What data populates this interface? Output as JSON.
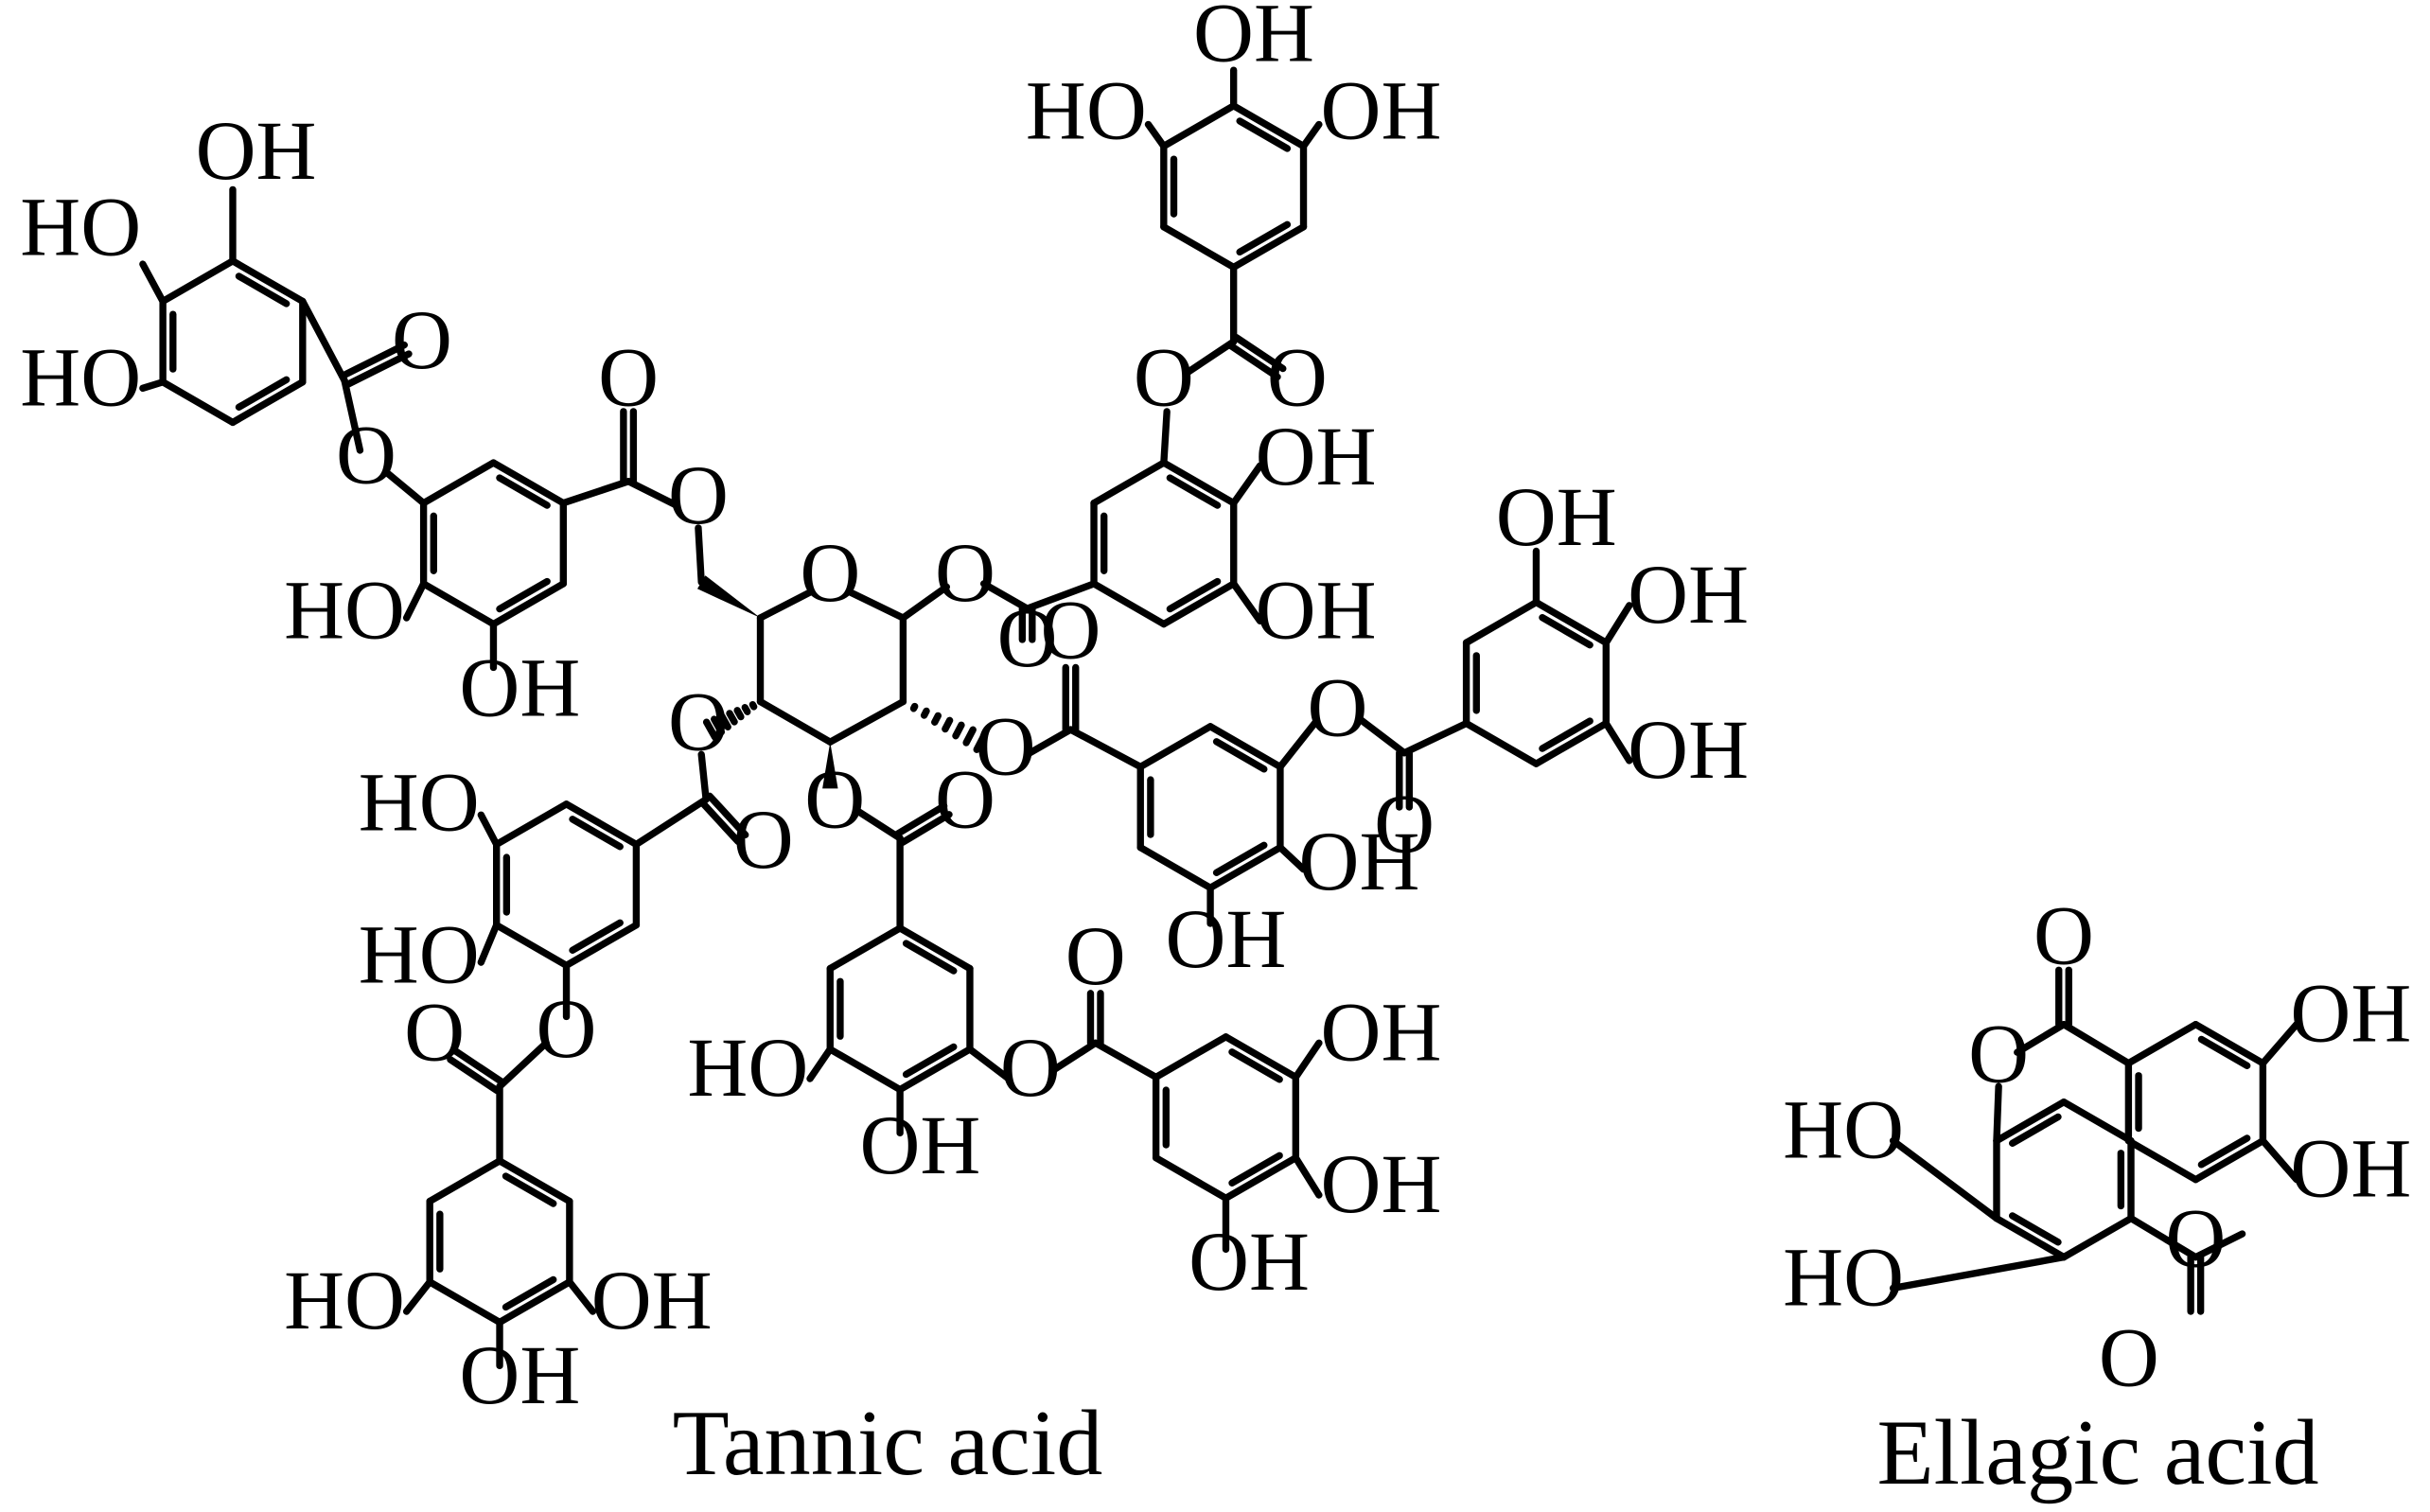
{
  "figure": {
    "molecules": [
      {
        "name": "Tannic acid",
        "atom_labels": {
          "hydroxyl": "OH",
          "hydroxyl_left": "HO",
          "oxygen": "O"
        }
      },
      {
        "name": "Ellagic acid",
        "atom_labels": {
          "hydroxyl": "OH",
          "hydroxyl_left": "HO",
          "oxygen": "O"
        }
      }
    ]
  },
  "colors": {
    "ink": "#000000",
    "background": "#ffffff"
  }
}
